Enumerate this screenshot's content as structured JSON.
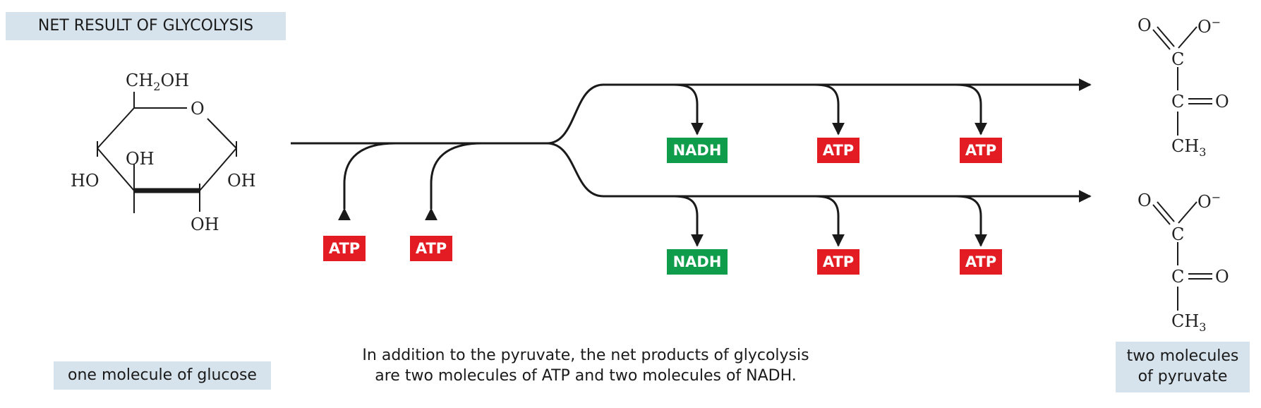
{
  "title": "NET RESULT OF GLYCOLYSIS",
  "glucose": {
    "label": "one molecule of glucose",
    "atoms": {
      "ch2oh": "CH",
      "ch2oh_sub": "2",
      "ch2oh_tail": "OH",
      "ring_o": "O",
      "oh_top": "OH",
      "ho_left": "HO",
      "oh_right": "OH",
      "oh_bottom": "OH"
    }
  },
  "pyruvate": {
    "label_line1": "two molecules",
    "label_line2": "of pyruvate",
    "atoms": {
      "o_left": "O",
      "o_minus": "O",
      "minus": "−",
      "c1": "C",
      "c2": "C",
      "eq_o": "O",
      "ch": "CH",
      "ch_sub": "3"
    }
  },
  "caption": {
    "line1": "In addition to the pyruvate, the net products of glycolysis",
    "line2": "are two molecules of ATP and two molecules of NADH."
  },
  "inputs": [
    "ATP",
    "ATP"
  ],
  "top_branch_outputs": [
    "NADH",
    "ATP",
    "ATP"
  ],
  "bottom_branch_outputs": [
    "NADH",
    "ATP",
    "ATP"
  ],
  "colors": {
    "atp": "#e31b23",
    "nadh": "#0f9d4c",
    "label_bg": "#d6e3ec",
    "line": "#1a1a1a"
  }
}
